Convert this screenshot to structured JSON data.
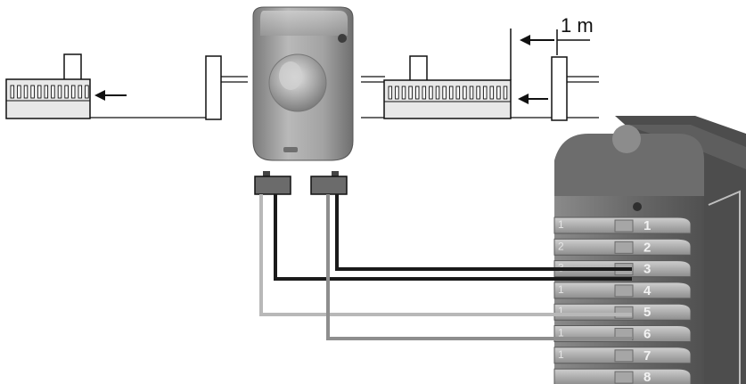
{
  "dimension": {
    "label": "1 m"
  },
  "terminal_block": {
    "labels": [
      "1",
      "2",
      "3",
      "4",
      "5",
      "6",
      "7",
      "8"
    ],
    "side_labels": [
      "1",
      "2",
      "3",
      "1",
      "1",
      "1",
      "1"
    ]
  },
  "wires": [
    {
      "from": "left-connector",
      "to_terminal": "3",
      "color": "#1a1a1a"
    },
    {
      "from": "right-connector",
      "to_terminal": "3",
      "color": "#1a1a1a"
    },
    {
      "from": "left-connector",
      "to_terminal": "5",
      "color": "#b8b8b8"
    },
    {
      "from": "right-connector",
      "to_terminal": "6",
      "color": "#8e8e8e"
    }
  ],
  "colors": {
    "line": "#111111",
    "device_body": "#9a9a9a",
    "panel_dark": "#5d5d5d",
    "wire_black": "#1a1a1a",
    "wire_light": "#b8b8b8",
    "wire_mid": "#8e8e8e"
  }
}
